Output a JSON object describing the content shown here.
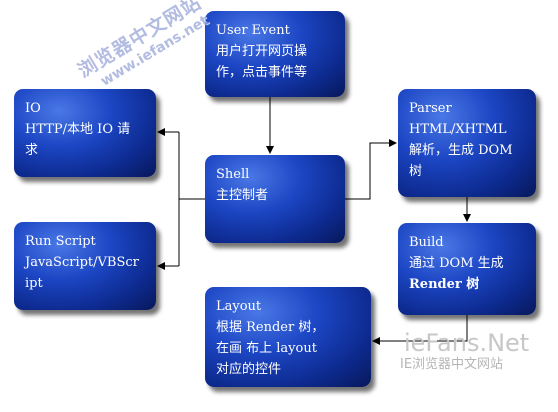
{
  "nodes": {
    "user_event": {
      "title": "User Event",
      "lines": [
        "用户打开网页操",
        "作，点击事件等"
      ]
    },
    "io": {
      "title": "IO",
      "lines": [
        "HTTP/本地 IO 请",
        "求"
      ]
    },
    "parser": {
      "title": "Parser",
      "lines": [
        "HTML/XHTML",
        "解析，生成 DOM",
        "树"
      ]
    },
    "shell": {
      "title": "Shell",
      "lines": [
        "主控制者"
      ]
    },
    "run_script": {
      "title": "Run Script",
      "lines": [
        "JavaScript/VBScr",
        "ipt"
      ]
    },
    "build": {
      "title": "Build",
      "lines": [
        "通过  DOM  生成",
        "Render 树"
      ]
    },
    "layout": {
      "title": "Layout",
      "lines": [
        "根据 Render 树，",
        "在画 布上  layout",
        "对应的控件"
      ]
    }
  },
  "watermark": {
    "cn": "浏览器中文网站",
    "url": "www.iefans.net"
  },
  "brand": {
    "name": "ieFans.Net",
    "sub": "IE浏览器中文网站"
  }
}
